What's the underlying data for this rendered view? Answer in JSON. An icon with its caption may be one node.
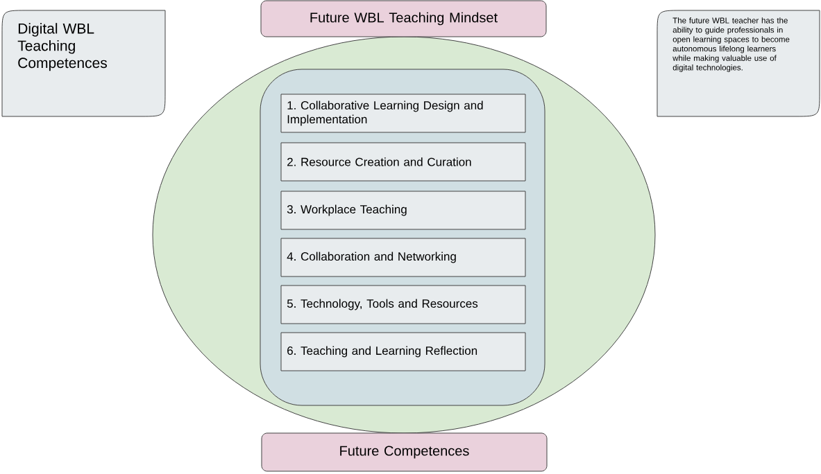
{
  "diagram": {
    "nodes": [
      {
        "text": [
          "Digital WBL Teaching Competences"
        ]
      },
      {
        "text": [
          "The future WBL teacher has the ability to guide professionals in open learning spaces to become autonomous lifelong learners while making valuable use of digital technologies."
        ]
      },
      {
        "text": [],
        "shape": "circle"
      },
      {
        "text": [
          "Future WBL Teaching Mindset"
        ]
      },
      {
        "text": [],
        "shape": "box",
        "in": 2
      },
      {
        "text": [
          "1. Collaborative Learning Design and Implementation"
        ],
        "in": 4
      },
      {
        "text": [
          "2. Resource Creation and Curation"
        ],
        "in": 4
      },
      {
        "text": [
          "3. Workplace Teaching"
        ],
        "in": 4
      },
      {
        "text": [
          "4. Collaboration and Networking"
        ],
        "in": 4
      },
      {
        "text": [
          "5. Technology, Tools and Resources"
        ],
        "in": 4
      },
      {
        "text": [
          "6. Teaching and Learning Reflection"
        ],
        "in": 4
      },
      {
        "text": [
          "Future Competences"
        ]
      }
    ]
  }
}
